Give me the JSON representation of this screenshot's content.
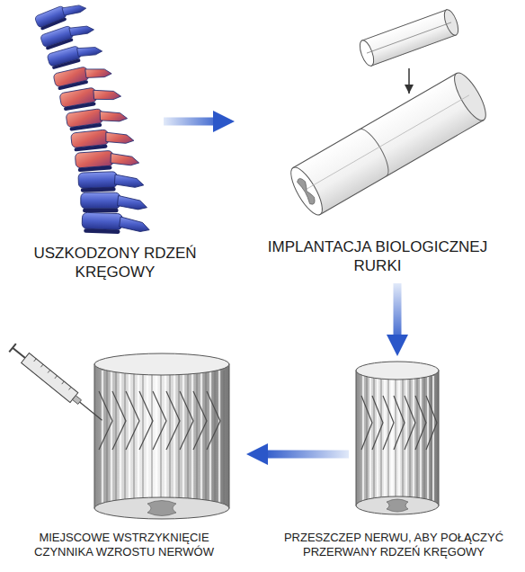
{
  "diagram": {
    "nodes": [
      {
        "text": [
          "USZKODZONY RDZEŃ KRĘGOWY"
        ]
      },
      {
        "text": [
          "IMPLANTACJA BIOLOGICZNEJ RURKI"
        ]
      },
      {
        "text": [
          "MIEJSCOWE WSTRZYKNIĘCIE CZYNNIKA WZROSTU NERWÓW"
        ]
      },
      {
        "text": [
          "PRZESZCZEP NERWU, ABY POŁĄCZYĆ PRZERWANY RDZEŃ KRĘGOWY"
        ]
      }
    ],
    "edges": [
      {
        "from": 0,
        "to": 1,
        "arrow": "to"
      },
      {
        "from": 1,
        "to": 3,
        "arrow": "to"
      },
      {
        "from": 3,
        "to": 2,
        "arrow": "to"
      }
    ]
  }
}
